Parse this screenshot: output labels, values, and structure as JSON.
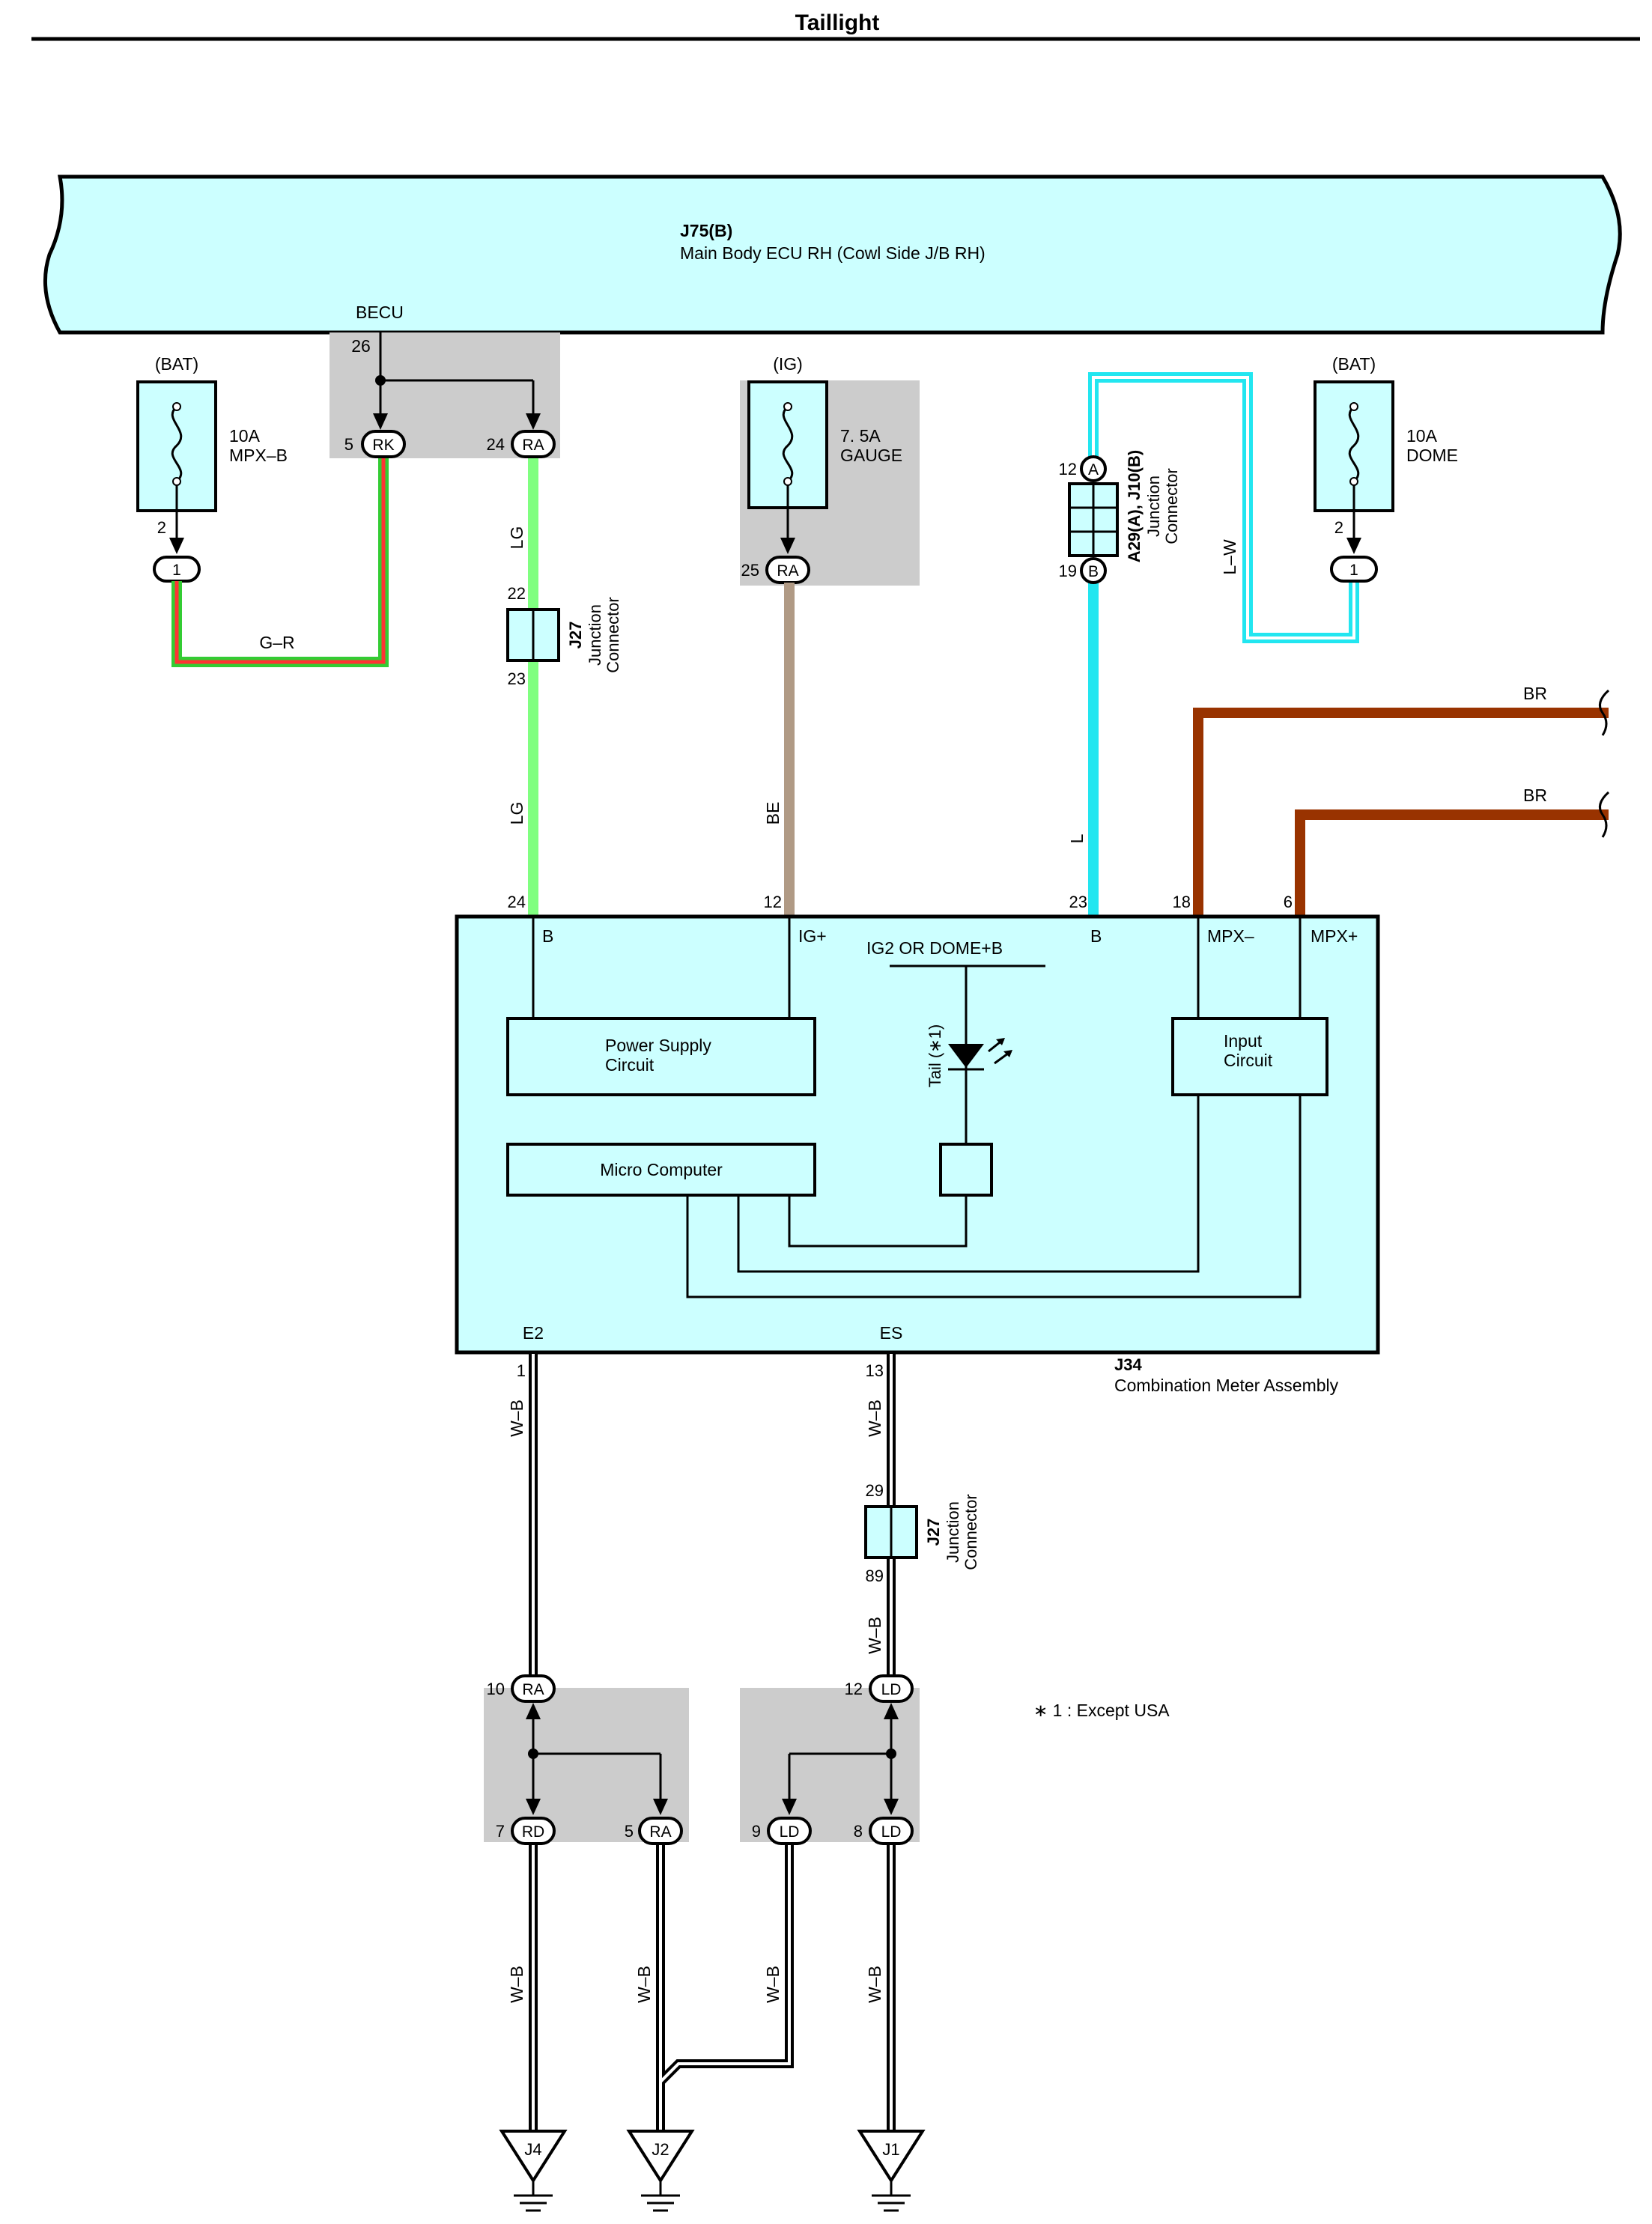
{
  "title": "Taillight",
  "ecu": {
    "code": "J75(B)",
    "name": "Main Body ECU RH (Cowl Side J/B RH)",
    "becu": "BECU"
  },
  "fuses": {
    "mpxb": {
      "source": "(BAT)",
      "rating": "10A",
      "name": "MPX–B",
      "pin": "2",
      "conn": "1"
    },
    "gauge": {
      "source": "(IG)",
      "rating": "7. 5A",
      "name": "GAUGE",
      "pin": "25",
      "conn": "RA"
    },
    "dome": {
      "source": "(BAT)",
      "rating": "10A",
      "name": "DOME",
      "pin": "2",
      "conn": "1"
    }
  },
  "becu_box": {
    "pin_in": "26",
    "pin_a": "5",
    "conn_a": "RK",
    "pin_b": "24",
    "conn_b": "RA"
  },
  "wires": {
    "gr": "G–R",
    "lg": "LG",
    "be": "BE",
    "l": "L",
    "lw": "L–W",
    "br": "BR",
    "wb": "W–B"
  },
  "junction_j27_top": {
    "code": "J27",
    "line1": "Junction",
    "line2": "Connector",
    "pin_top": "22",
    "pin_bottom": "23"
  },
  "junction_a29": {
    "code": "A29(A), J10(B)",
    "line1": "Junction",
    "line2": "Connector",
    "pin_top": "12",
    "conn_top": "A",
    "pin_bottom": "19",
    "conn_bottom": "B"
  },
  "meter": {
    "code": "J34",
    "name": "Combination Meter Assembly",
    "pins": {
      "b_num": "24",
      "b": "B",
      "ig_num": "12",
      "ig": "IG+",
      "b2_num": "23",
      "b2": "B",
      "mpxm_num": "18",
      "mpxm": "MPX–",
      "mpxp_num": "6",
      "mpxp": "MPX+",
      "e2": "E2",
      "e2_num": "1",
      "es": "ES",
      "es_num": "13"
    },
    "ig2_label": "IG2 OR DOME+B",
    "power_supply": [
      "Power Supply",
      "Circuit"
    ],
    "input_circuit": [
      "Input",
      "Circuit"
    ],
    "micro": "Micro Computer",
    "tail_label": "Tail (∗1)"
  },
  "junction_j27_bottom": {
    "code": "J27",
    "line1": "Junction",
    "line2": "Connector",
    "pin_top": "29",
    "pin_bottom": "89"
  },
  "ground_left": {
    "pin_in": "10",
    "conn_in": "RA",
    "pin_a": "7",
    "conn_a": "RD",
    "pin_b": "5",
    "conn_b": "RA"
  },
  "ground_right": {
    "pin_in": "12",
    "conn_in": "LD",
    "pin_a": "9",
    "conn_a": "LD",
    "pin_b": "8",
    "conn_b": "LD"
  },
  "grounds": [
    "J4",
    "J2",
    "J1"
  ],
  "note": "∗ 1 : Except USA",
  "colors": {
    "panel": "#ccffff",
    "shade": "#cccccc",
    "lg": "#80ff80",
    "be": "#b09a85",
    "l": "#22e6f0",
    "br": "#993300",
    "green": "#33cc33",
    "red": "#ff3333"
  }
}
